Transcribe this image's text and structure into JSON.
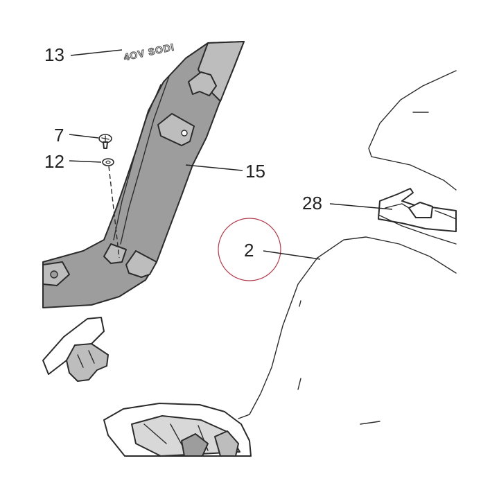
{
  "callouts": {
    "c13": "13",
    "c7": "7",
    "c12": "12",
    "c15": "15",
    "c28": "28",
    "c2": "2"
  },
  "decal_text": "4OV SODI",
  "colors": {
    "part_fill": "#9d9d9d",
    "part_fill_light": "#bdbdbd",
    "line": "#2b2b2b",
    "highlight_circle": "#b03a4a",
    "background": "#ffffff"
  }
}
